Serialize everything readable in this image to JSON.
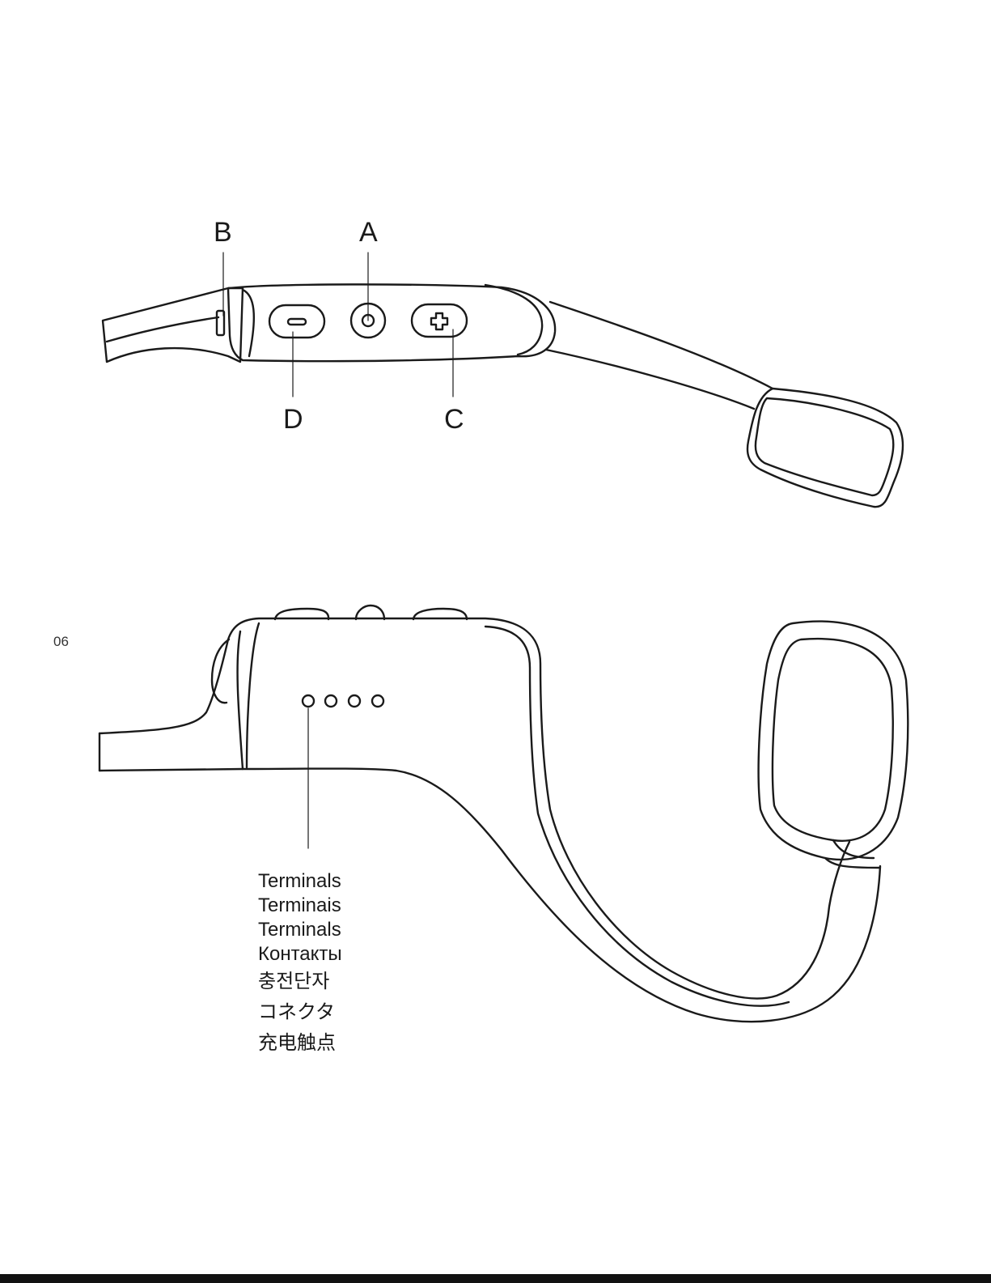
{
  "page_number": "06",
  "callouts": {
    "a": "A",
    "b": "B",
    "c": "C",
    "d": "D"
  },
  "terminals_label": {
    "en": "Terminals",
    "pt": "Terminais",
    "fr": "Terminals",
    "ru": "Контакты",
    "ko": "충전단자",
    "ja": "コネクタ",
    "zh": "充电触点"
  }
}
